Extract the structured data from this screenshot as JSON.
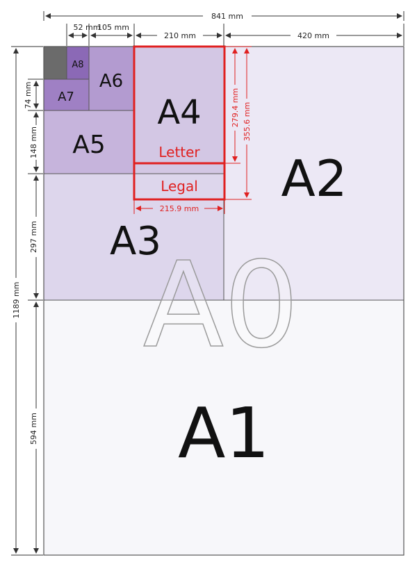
{
  "colors": {
    "sheet_border": "#555555",
    "a0_bg": "#fbfbfd",
    "a1_bg": "#f7f7fa",
    "a2_bg": "#ece8f5",
    "a3_bg": "#ddd6ec",
    "a4_bg": "#d3c7e4",
    "a5_bg": "#c6b4dc",
    "a6_bg": "#b39bd0",
    "a7_bg": "#9f80c4",
    "a8_bg": "#8b69b6",
    "corner_bg": "#6b6b6b",
    "us_red": "#e02020",
    "dim_line": "#333333"
  },
  "labels": {
    "A0": "A0",
    "A1": "A1",
    "A2": "A2",
    "A3": "A3",
    "A4": "A4",
    "A5": "A5",
    "A6": "A6",
    "A7": "A7",
    "A8": "A8",
    "letter": "Letter",
    "legal": "Legal"
  },
  "dimensions": {
    "top_841": "841 mm",
    "top_52": "52 mm",
    "top_105": "105 mm",
    "top_210": "210 mm",
    "top_420": "420 mm",
    "left_1189": "1189 mm",
    "left_74": "74 mm",
    "left_148": "148 mm",
    "left_297": "297 mm",
    "left_594": "594 mm",
    "us_279": "279.4 mm",
    "us_355": "355.6 mm",
    "us_215": "215.9 mm"
  }
}
